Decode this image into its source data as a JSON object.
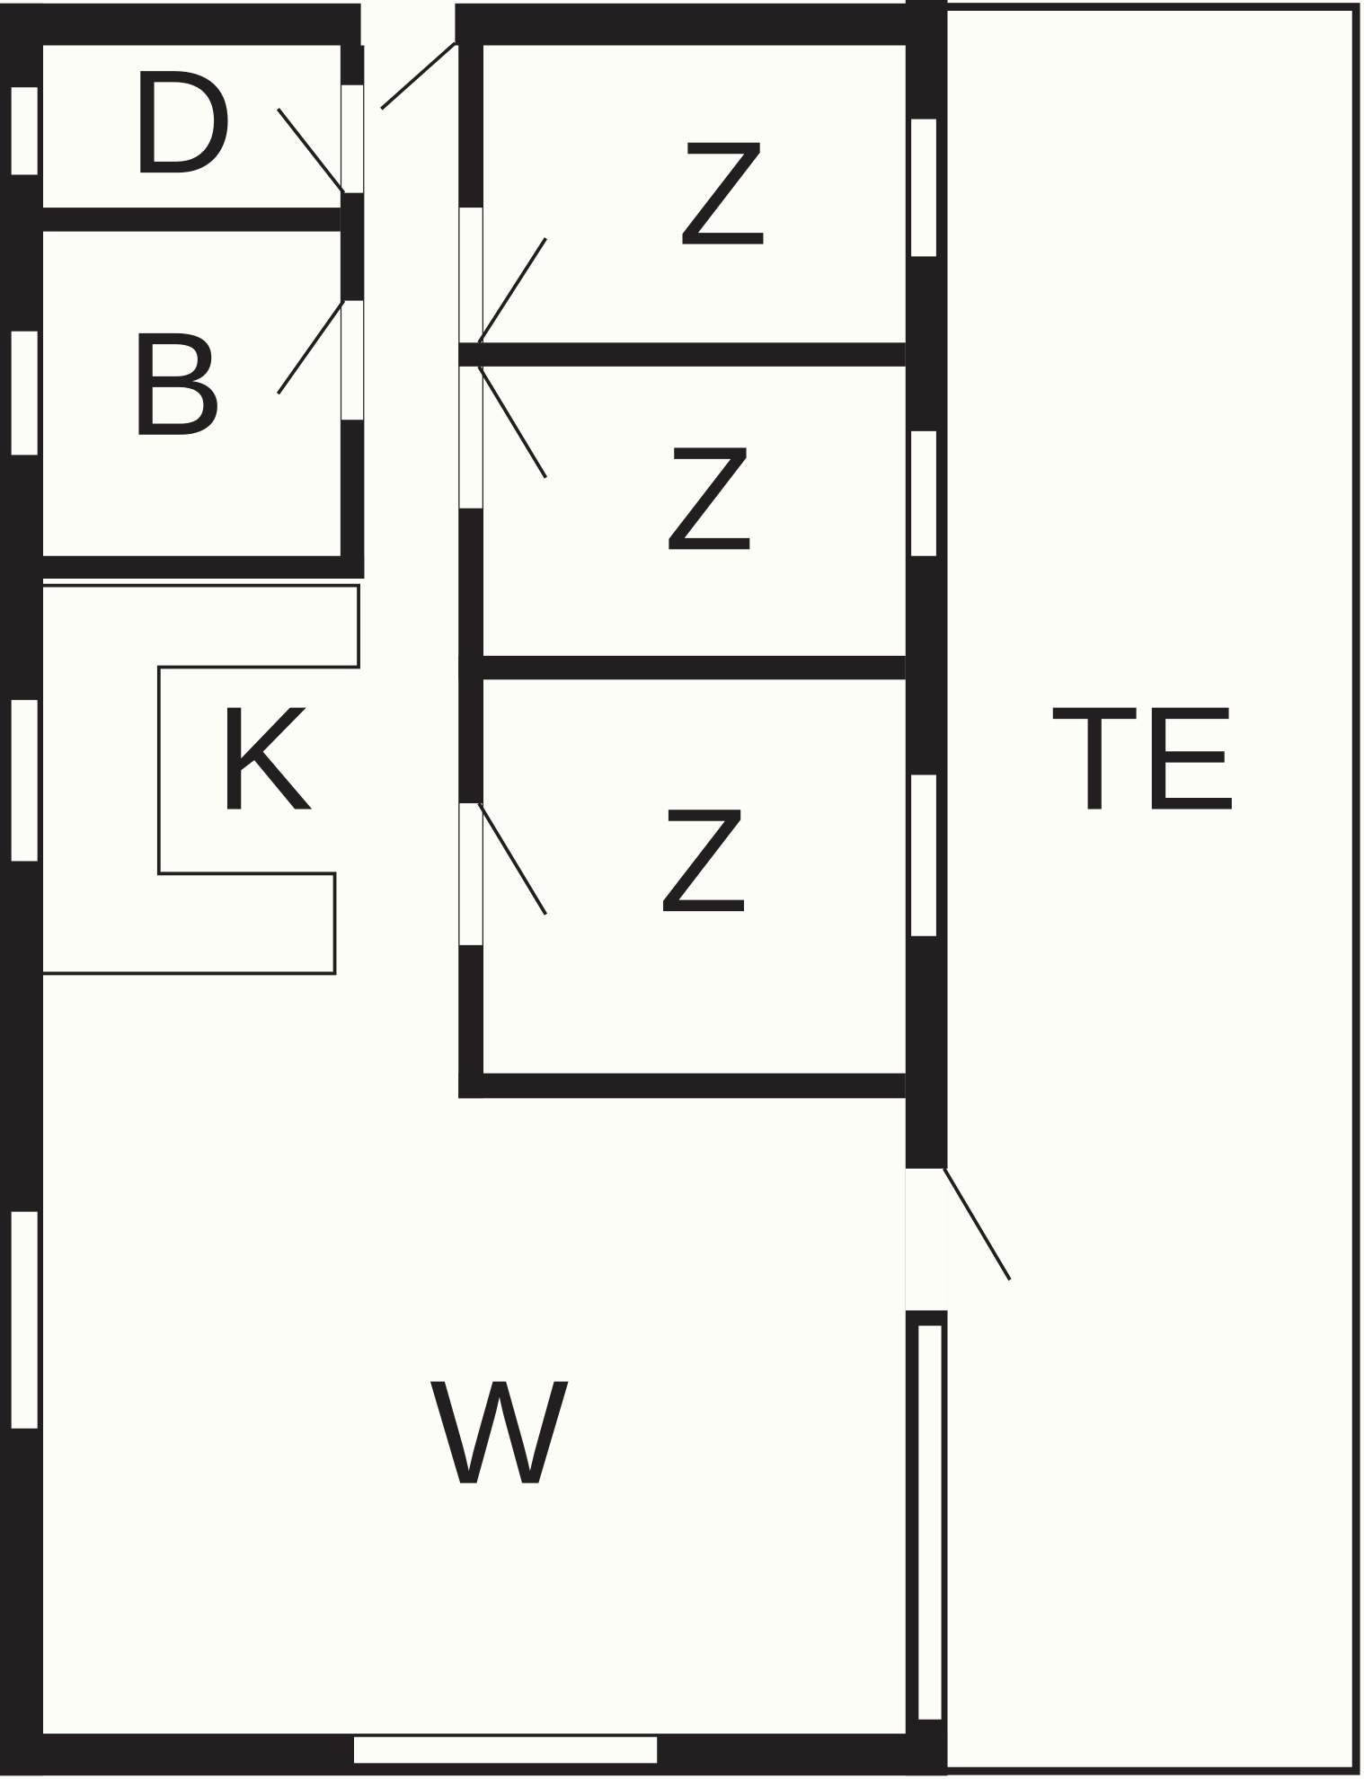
{
  "plan": {
    "colors": {
      "wall": "#231f20",
      "background": "#fdfdf8"
    },
    "rooms": [
      {
        "id": "d",
        "label": "D"
      },
      {
        "id": "b",
        "label": "B"
      },
      {
        "id": "k",
        "label": "K"
      },
      {
        "id": "z1",
        "label": "Z"
      },
      {
        "id": "z2",
        "label": "Z"
      },
      {
        "id": "z3",
        "label": "Z"
      },
      {
        "id": "te",
        "label": "TE"
      },
      {
        "id": "w",
        "label": "W"
      }
    ]
  }
}
